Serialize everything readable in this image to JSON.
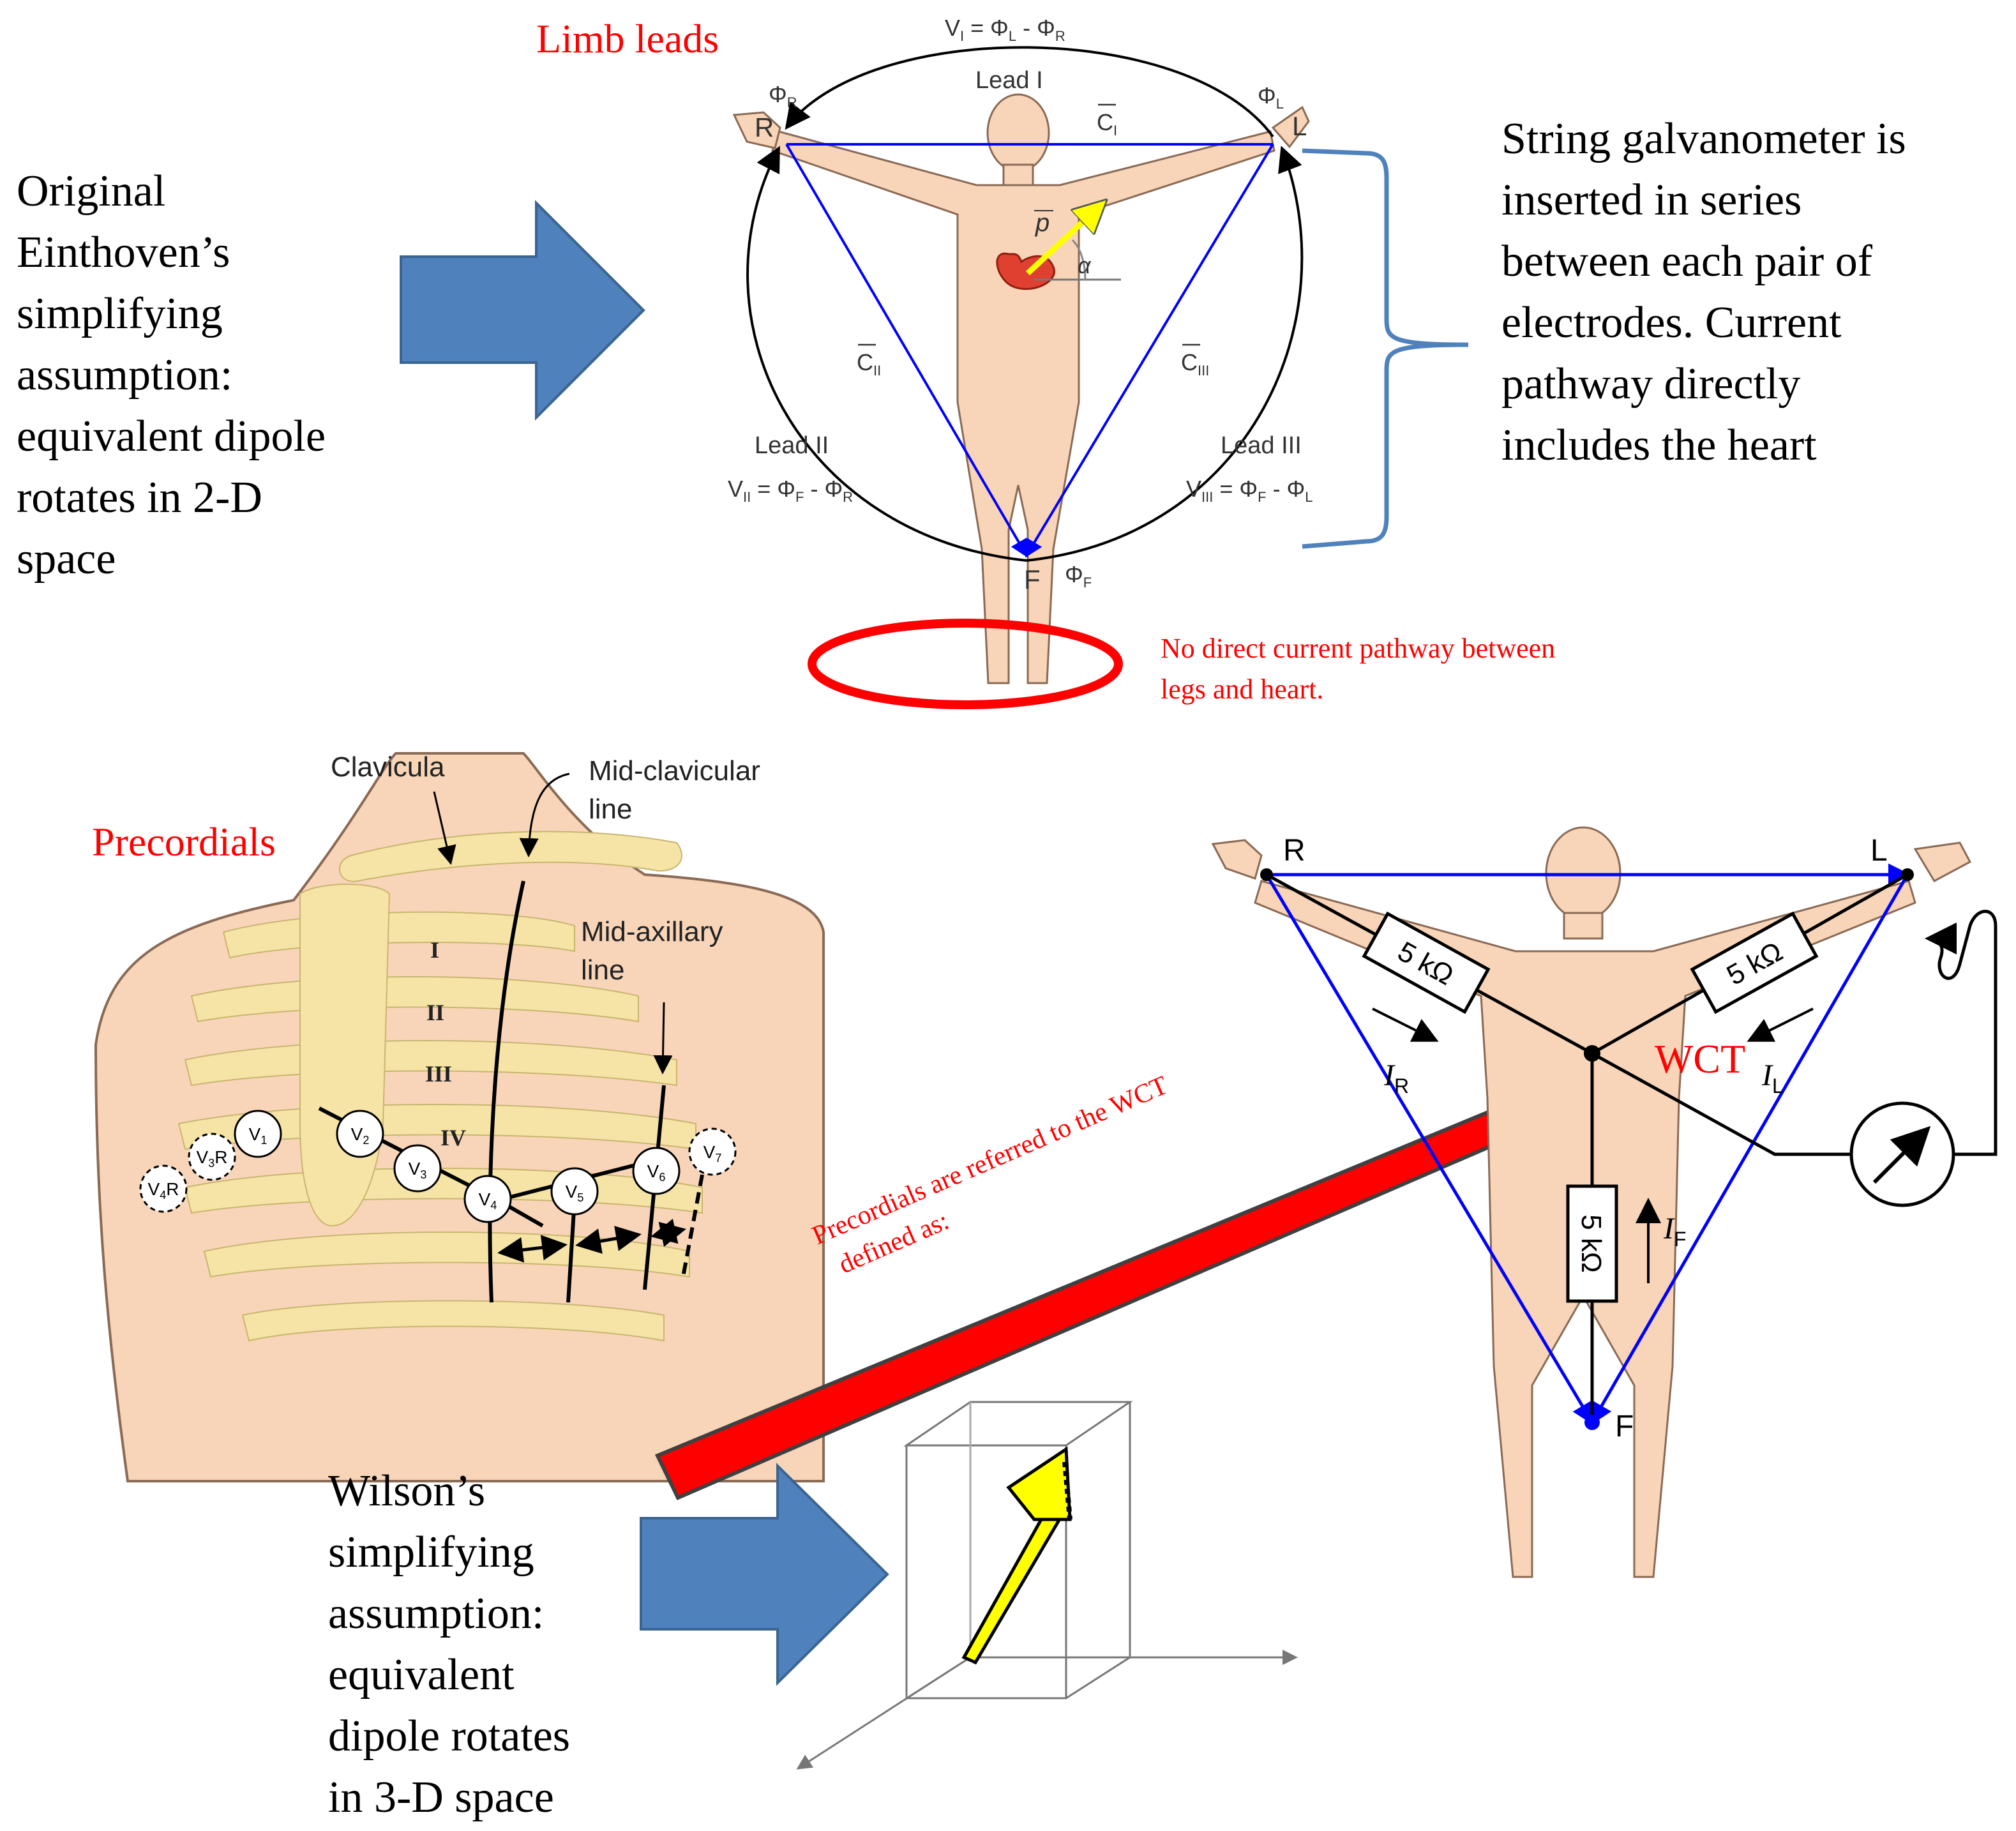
{
  "einthoven": {
    "text": [
      "Original",
      "Einthoven’s",
      "simplifying",
      "assumption:",
      "equivalent dipole",
      "rotates in 2-D",
      "space"
    ]
  },
  "limb_leads": {
    "title": "Limb leads",
    "lead1_label": "Lead I",
    "lead2_label": "Lead II",
    "lead3_label": "Lead III",
    "electrode_r": "R",
    "electrode_l": "L",
    "electrode_f": "F",
    "dipole_label": "p",
    "angle_label": "α",
    "v1_eq": {
      "v": "V",
      "sub": "I",
      "rest": " = Φ",
      "a": "L",
      "mid": " - Φ",
      "b": "R"
    },
    "v2_eq": {
      "v": "V",
      "sub": "II",
      "rest": " = Φ",
      "a": "F",
      "mid": " - Φ",
      "b": "R"
    },
    "v3_eq": {
      "v": "V",
      "sub": "III",
      "rest": " = Φ",
      "a": "F",
      "mid": " - Φ",
      "b": "L"
    },
    "phi_r": {
      "sym": "Φ",
      "sub": "R"
    },
    "phi_l": {
      "sym": "Φ",
      "sub": "L"
    },
    "phi_f": {
      "sym": "Φ",
      "sub": "F"
    },
    "c1": {
      "sym": "C",
      "sub": "I"
    },
    "c2": {
      "sym": "C",
      "sub": "II"
    },
    "c3": {
      "sym": "C",
      "sub": "III"
    }
  },
  "galvanometer_note": [
    "String galvanometer is",
    "inserted in series",
    "between each pair of",
    "electrodes. Current",
    "pathway directly",
    "includes the heart"
  ],
  "legs_note": [
    "No direct current pathway  between",
    "legs and heart."
  ],
  "precordials": {
    "title": "Precordials",
    "clavicula": "Clavicula",
    "mid_clavicular": [
      "Mid-clavicular",
      "line"
    ],
    "mid_axillary": [
      "Mid-axillary",
      "line"
    ],
    "ribs": [
      "I",
      "II",
      "III",
      "IV"
    ],
    "electrodes": [
      {
        "v": "V",
        "sub": "1",
        "tail": ""
      },
      {
        "v": "V",
        "sub": "2",
        "tail": ""
      },
      {
        "v": "V",
        "sub": "3",
        "tail": ""
      },
      {
        "v": "V",
        "sub": "4",
        "tail": ""
      },
      {
        "v": "V",
        "sub": "5",
        "tail": ""
      },
      {
        "v": "V",
        "sub": "6",
        "tail": ""
      },
      {
        "v": "V",
        "sub": "7",
        "tail": ""
      },
      {
        "v": "V",
        "sub": "3",
        "tail": "R"
      },
      {
        "v": "V",
        "sub": "4",
        "tail": "R"
      }
    ]
  },
  "arrow_text": [
    "Precordials are referred to the WCT",
    "defined as:"
  ],
  "wilson": {
    "text": [
      "Wilson’s",
      "simplifying",
      "assumption:",
      "equivalent",
      "dipole rotates",
      "in 3-D space"
    ]
  },
  "wct": {
    "label": "WCT",
    "electrode_r": "R",
    "electrode_l": "L",
    "electrode_f": "F",
    "resistor_r": "5 kΩ",
    "resistor_l": "5 kΩ",
    "resistor_f": "5 kΩ",
    "current_r": {
      "sym": "I",
      "sub": "R"
    },
    "current_l": {
      "sym": "I",
      "sub": "L"
    },
    "current_f": {
      "sym": "I",
      "sub": "F"
    }
  },
  "colors": {
    "skin": "#f8d5b8",
    "skin_stroke": "#8a6a55",
    "rib": "#f5e4a6",
    "blue_arrow": "#4f81bd",
    "red": "#ff0000",
    "lead_blue": "#0000ff",
    "brace_blue": "#4f81bd"
  }
}
